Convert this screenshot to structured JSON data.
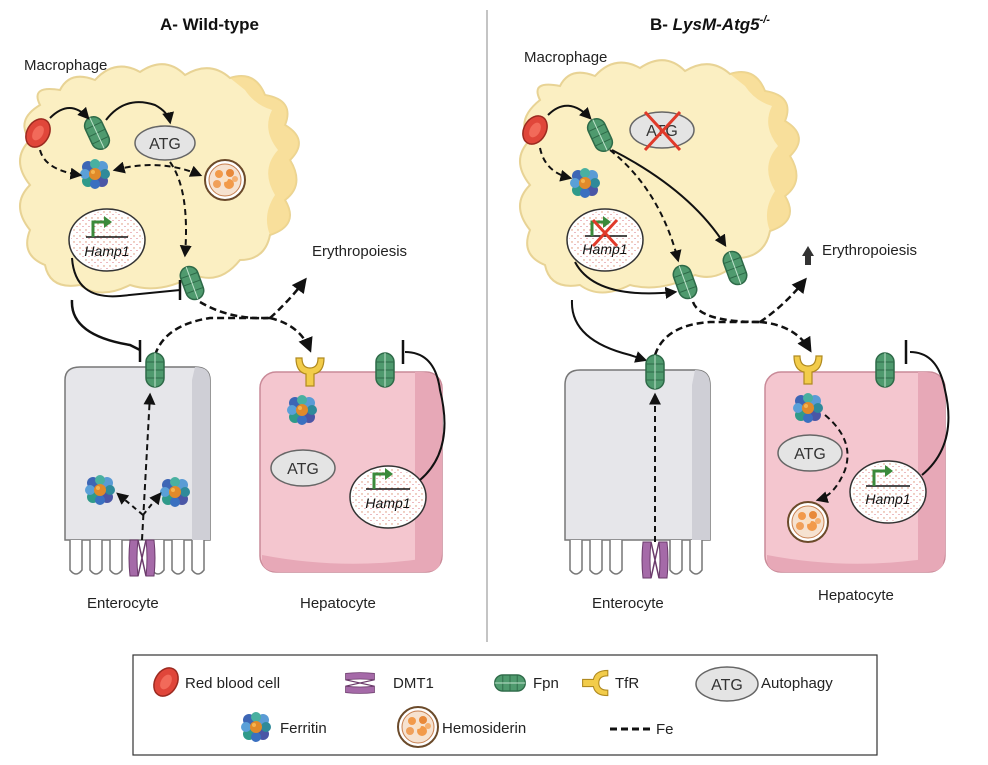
{
  "panelA": {
    "title": "A- Wild-type",
    "macrophage": "Macrophage",
    "erythropoiesis": "Erythropoiesis",
    "enterocyte": "Enterocyte",
    "hepatocyte": "Hepatocyte",
    "hamp": "Hamp1",
    "atg": "ATG"
  },
  "panelB": {
    "title_prefix": "B- ",
    "title_gene": "LysM-Atg5",
    "title_sup": "-/-",
    "macrophage": "Macrophage",
    "erythropoiesis": "Erythropoiesis",
    "enterocyte": "Enterocyte",
    "hepatocyte": "Hepatocyte",
    "hamp": "Hamp1",
    "atg": "ATG"
  },
  "legend": {
    "rbc": "Red blood cell",
    "dmt1": "DMT1",
    "fpn": "Fpn",
    "tfr": "TfR",
    "atg": "ATG",
    "autophagy": "Autophagy",
    "ferritin": "Ferritin",
    "hemosiderin": "Hemosiderin",
    "fe": "Fe"
  },
  "colors": {
    "macrophage_fill": "#fbefc2",
    "hepatocyte_fill": "#f4c6cf",
    "enterocyte_fill": "#e6e6ea",
    "fpn": "#4f9a6e",
    "rbc": "#e0463a",
    "tfr": "#f2cc4a",
    "dmt1": "#a56aa8",
    "cross": "#e03a2a",
    "arrow_green": "#3b8a3b"
  }
}
